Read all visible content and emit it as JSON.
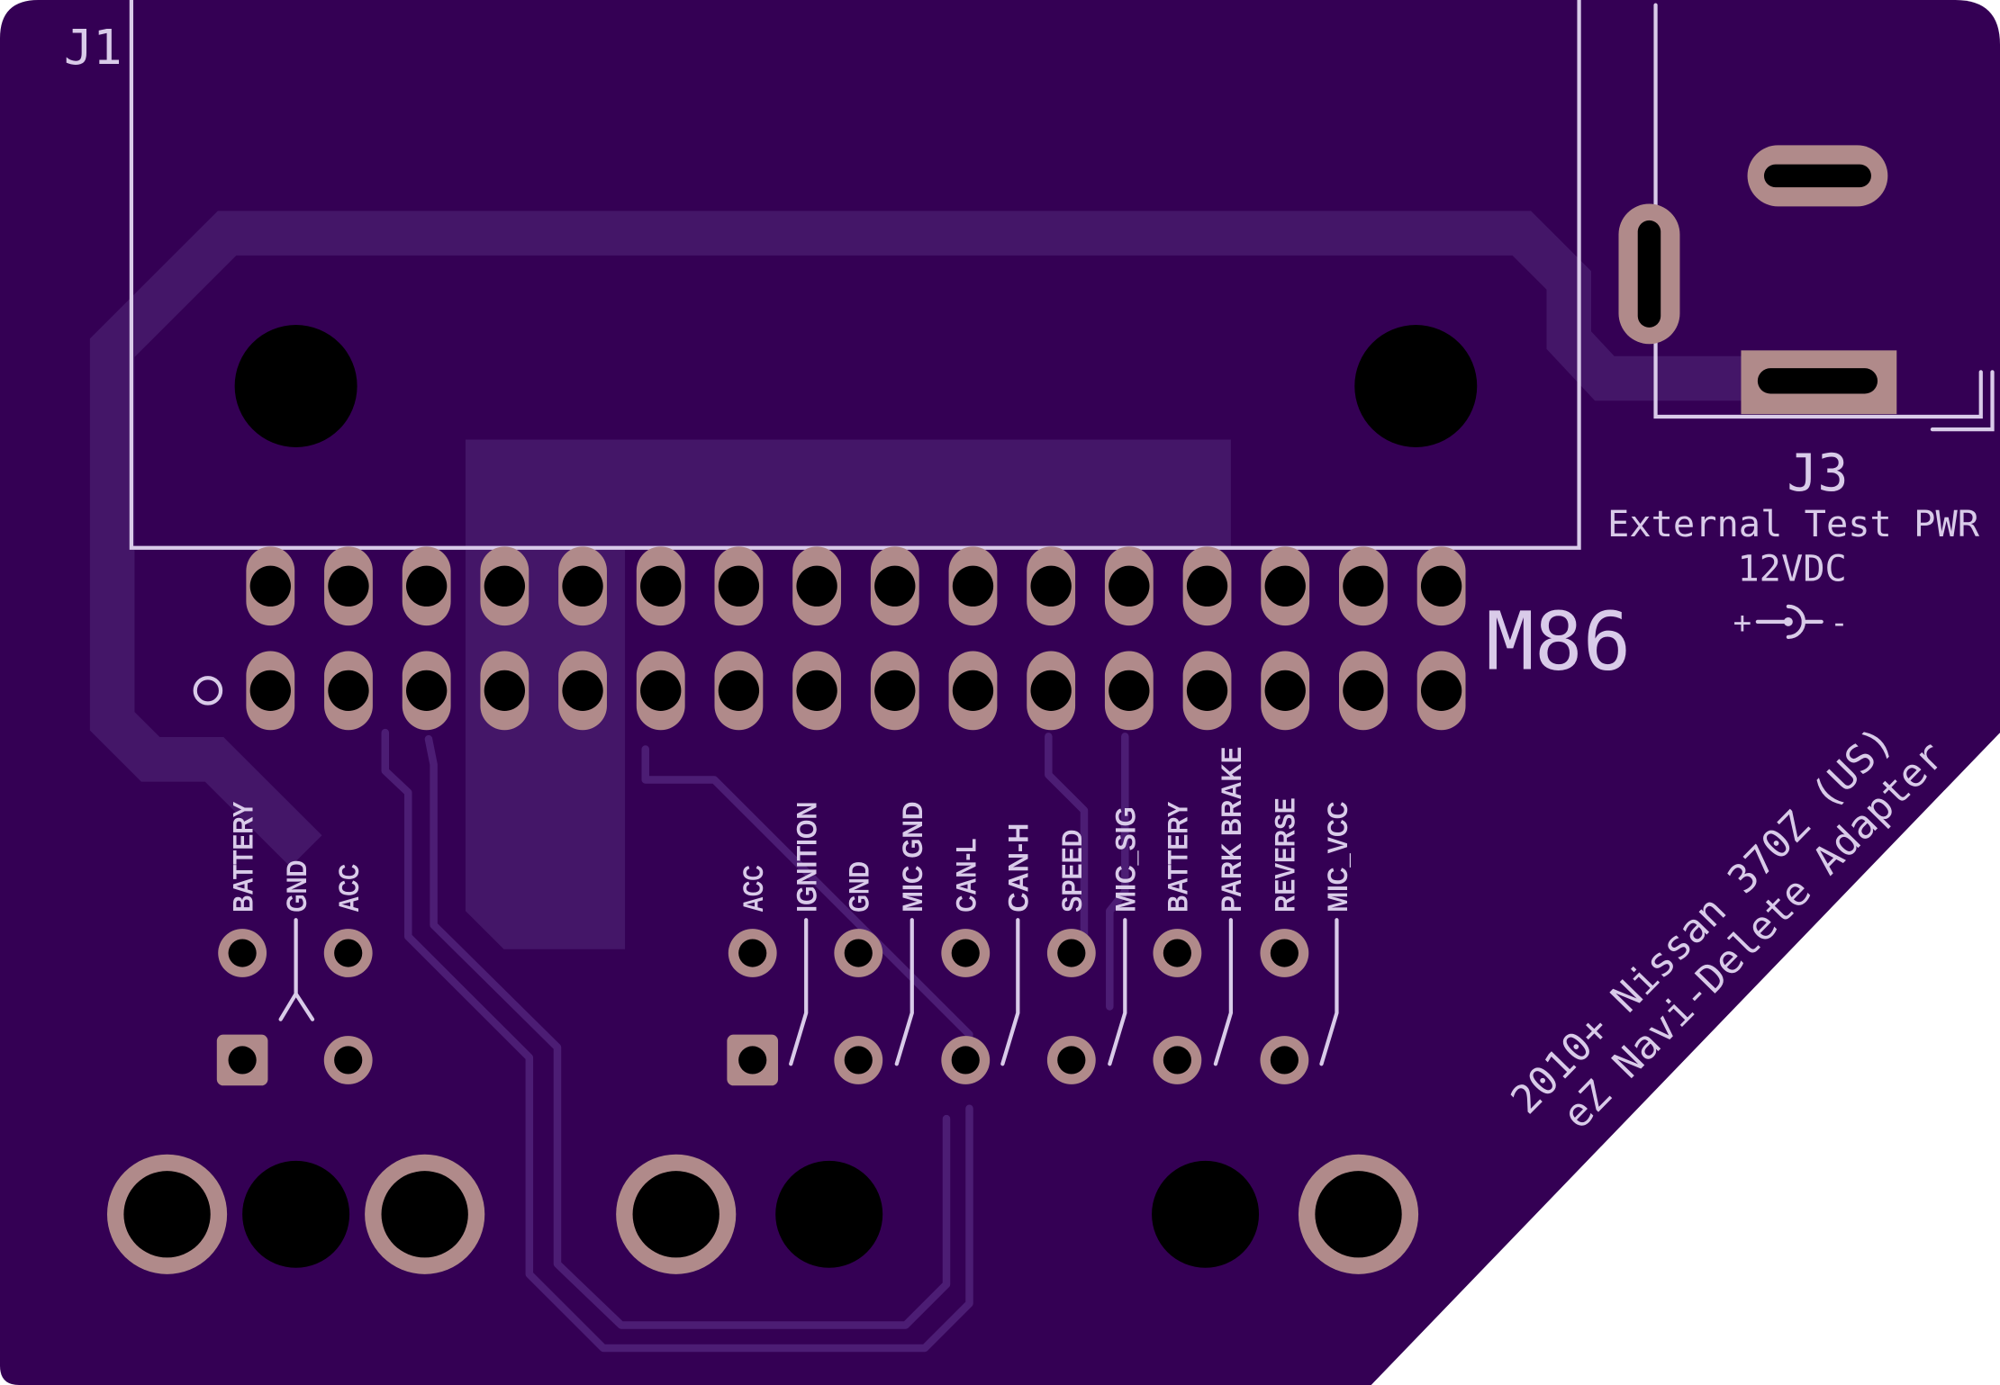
{
  "board": {
    "title_line1": "2010+ Nissan 370Z (US)",
    "title_line2": "eZ Navi-Delete Adapter"
  },
  "j1": {
    "ref": "J1"
  },
  "header": {
    "ref": "M86"
  },
  "j3": {
    "ref": "J3",
    "description": "External Test PWR",
    "voltage": "12VDC",
    "polarity_plus": "+",
    "polarity_minus": "-"
  },
  "labels": {
    "left": [
      "BATTERY",
      "GND",
      "ACC"
    ],
    "main": [
      "ACC",
      "IGNITION",
      "GND",
      "MIC GND",
      "CAN-L",
      "CAN-H",
      "SPEED",
      "MIC_SIG",
      "BATTERY",
      "PARK BRAKE",
      "REVERSE",
      "MIC_VCC"
    ]
  },
  "colors": {
    "background": "#ffffff",
    "soldermask": "#340054",
    "pour": "#441668",
    "trace": "#4c1d74",
    "silkscreen": "#d9cbe9",
    "copper": "#b08a8a",
    "drill": "#000000"
  }
}
